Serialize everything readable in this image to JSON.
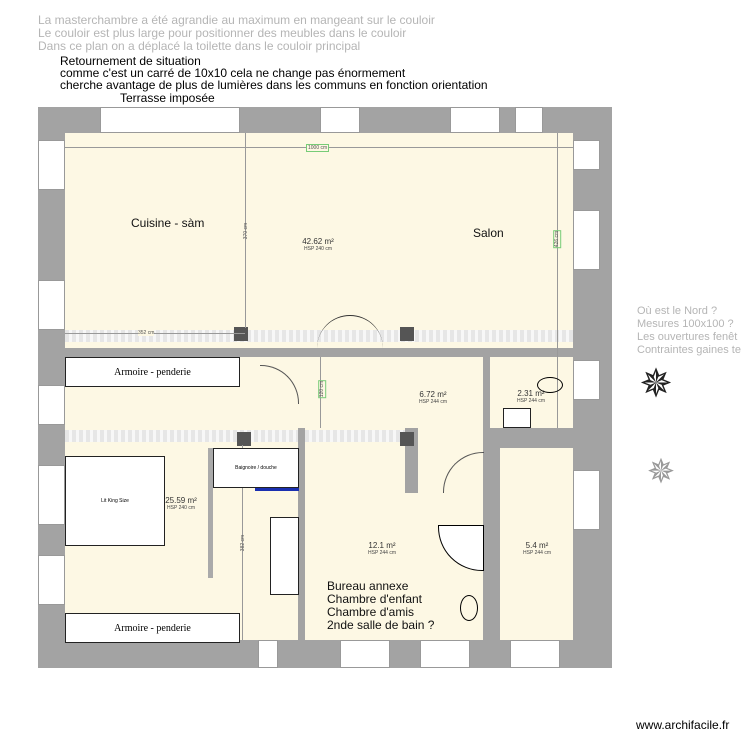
{
  "notes_gray": [
    "La masterchambre a été agrandie au maximum en mangeant sur le couloir",
    "Le couloir est plus large pour positionner des meubles dans le couloir",
    "Dans ce plan on a déplacé la toilette dans le couloir principal"
  ],
  "notes_black": [
    "Retournement de situation",
    "comme c'est un carré de 10x10 cela ne change pas énormement",
    "cherche avantage de plus de lumières dans les communs en fonction orientation",
    "Terrasse imposée"
  ],
  "questions": [
    "Où est le Nord ?",
    "Mesures 100x100 ?",
    "Les ouvertures fenêt",
    "Contraintes gaines te"
  ],
  "rooms": {
    "living": {
      "area": "42.62 m²",
      "hsp": "HSP 240 cm",
      "label_left": "Cuisine - sàm",
      "label_right": "Salon"
    },
    "hall": {
      "area": "6.72 m²",
      "hsp": "HSP 244 cm"
    },
    "wc": {
      "area": "2.31 m²",
      "hsp": "HSP 244 cm"
    },
    "bedroom": {
      "area": "25.59 m²",
      "hsp": "HSP 240 cm"
    },
    "office": {
      "area": "12.1 m²",
      "hsp": "HSP 244 cm",
      "labels": [
        "Bureau annexe",
        "Chambre d'enfant",
        "Chambre d'amis",
        "2nde salle de bain ?"
      ]
    },
    "room_right": {
      "area": "5.4 m²",
      "hsp": "HSP 244 cm"
    }
  },
  "dimensions": {
    "width_top": "1000 cm",
    "living_height": "370 cm",
    "left_width": "352 cm",
    "right_height": "426 cm",
    "hall_height": "120 cm",
    "bedroom_height": "382 cm"
  },
  "furniture": {
    "wardrobe_top": "Armoire - penderie",
    "wardrobe_bottom": "Armoire - penderie",
    "bed": "Lit King Size",
    "bath": "Baignoire / douche"
  },
  "watermark": "www.archifacile.fr",
  "colors": {
    "wall": "#a3a3a3",
    "floor": "#fdf8e4"
  }
}
